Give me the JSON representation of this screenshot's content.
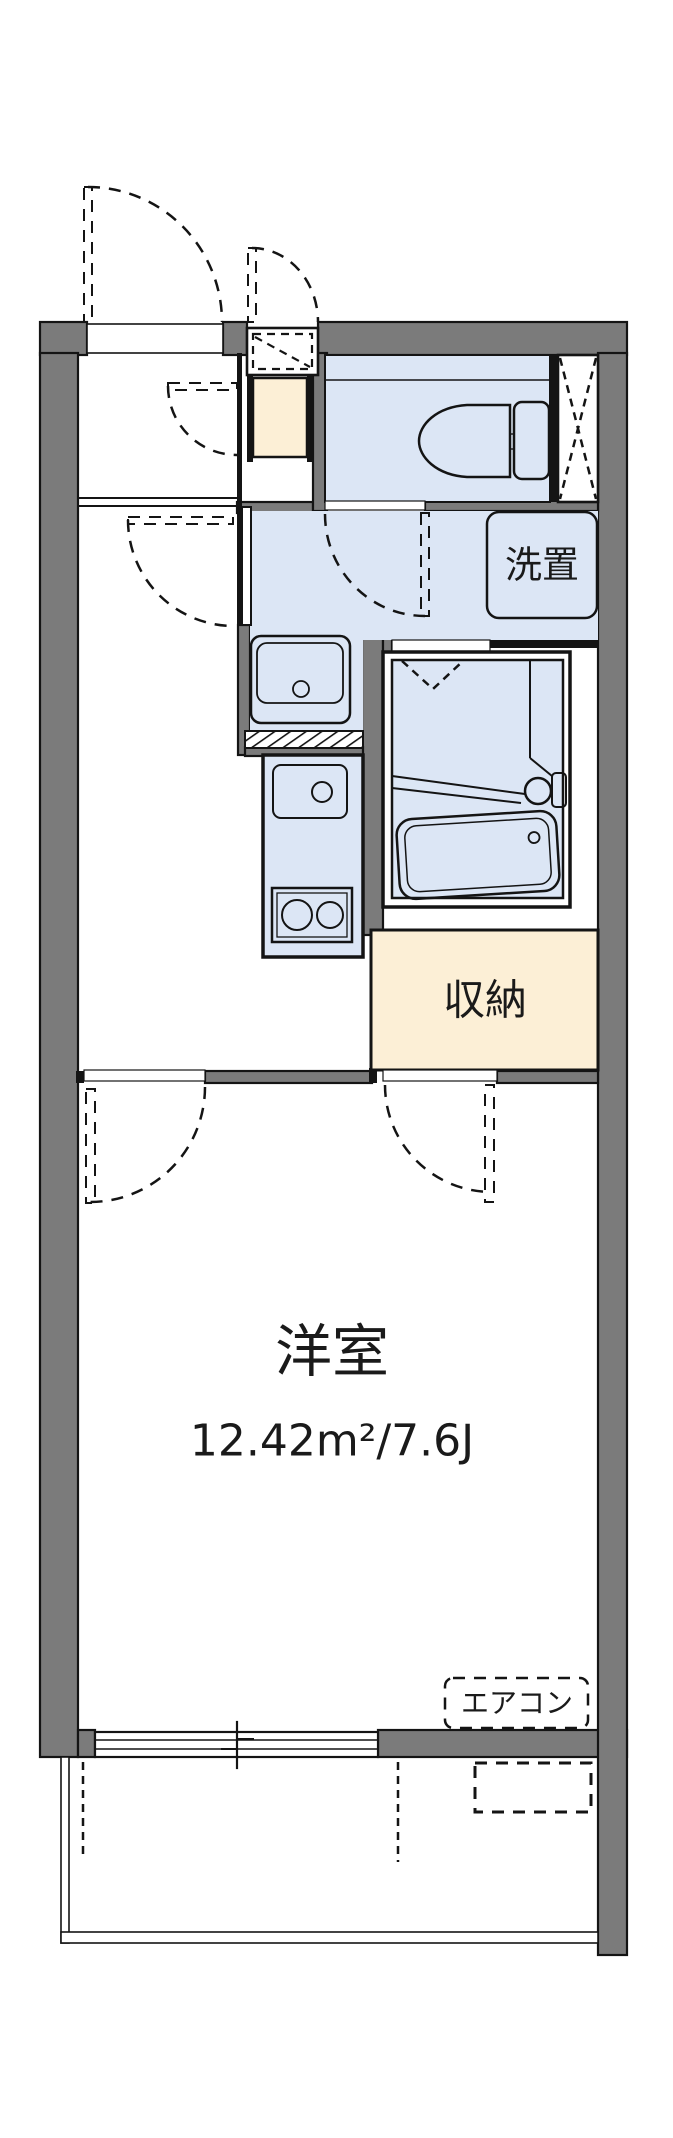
{
  "floorplan": {
    "rooms": {
      "main_room": {
        "label": "洋室",
        "size": "12.42m²/7.6J"
      },
      "storage": {
        "label": "収納"
      },
      "washer_place": {
        "label": "洗置"
      },
      "aircon": {
        "label": "エアコン"
      }
    },
    "colors": {
      "wall": "#7b7b7b",
      "water_blue": "#dce6f5",
      "tatami_cream": "#fcefd6",
      "line": "#141414",
      "bg": "#ffffff"
    }
  }
}
